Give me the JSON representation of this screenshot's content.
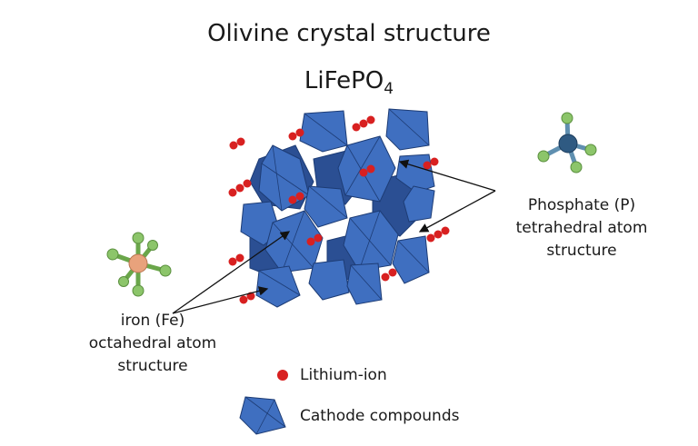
{
  "title": "Olivine crystal structure",
  "formula": {
    "main": "LiFePO",
    "subscript": "4"
  },
  "labels": {
    "iron": [
      "iron (Fe)",
      "octahedral atom",
      "structure"
    ],
    "phosphate": [
      "Phosphate (P)",
      "tetrahedral atom",
      "structure"
    ]
  },
  "legend": {
    "lithium": "Lithium-ion",
    "cathode": "Cathode compounds"
  },
  "colors": {
    "polyhedron": "#3f6fc0",
    "polyhedron_dark": "#2b4f93",
    "lithium": "#d82020",
    "iron_center": "#e8a27c",
    "phosphorus_center": "#2f5a82",
    "ligand": "#8cc56a"
  }
}
